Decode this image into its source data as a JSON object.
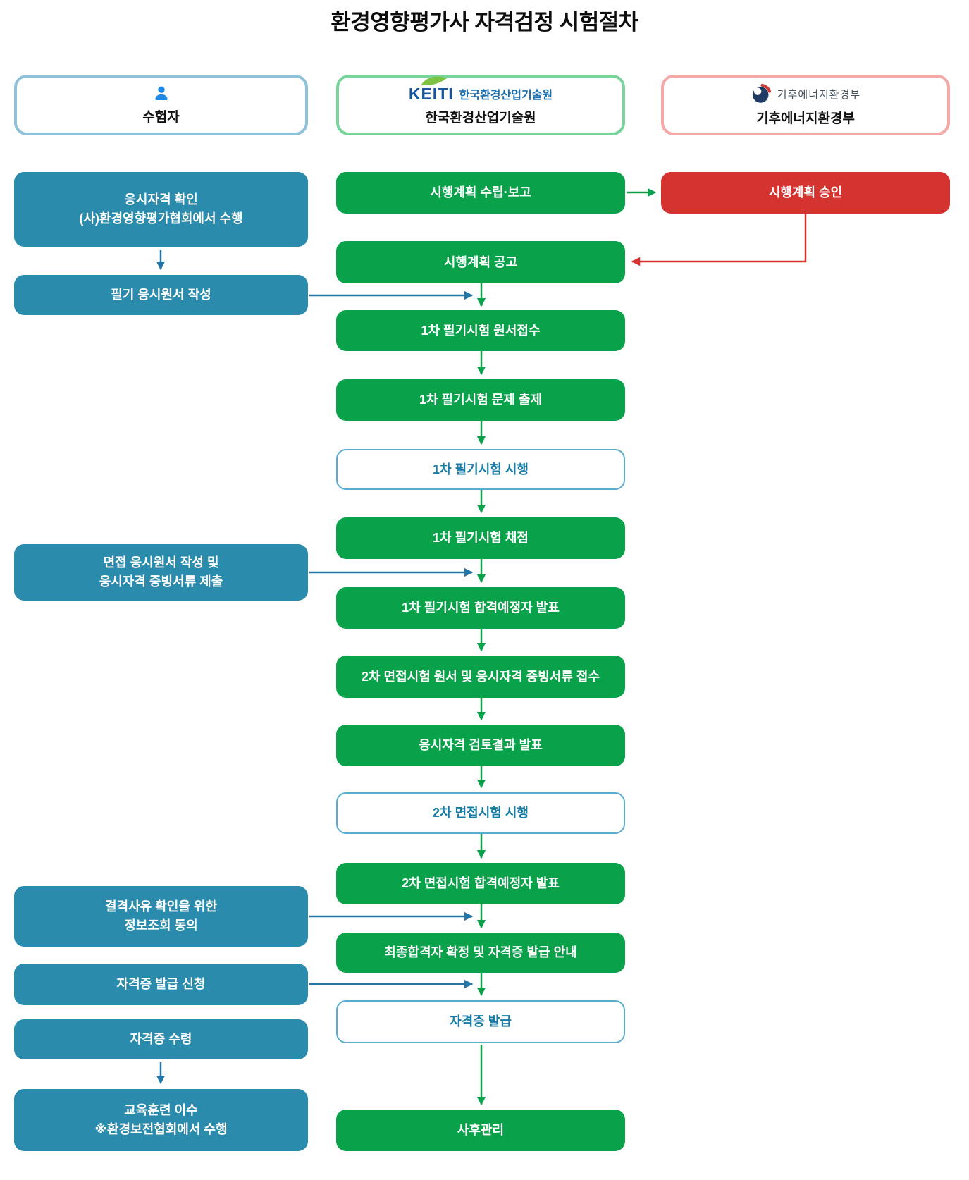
{
  "title": "환경영향평가사 자격검정 시험절차",
  "lanes": {
    "examinee": {
      "header": "수험자"
    },
    "keiti": {
      "logo_brand": "KEITI",
      "logo_name": "한국환경산업기술원",
      "header": "한국환경산업기술원"
    },
    "ministry": {
      "logo_name": "기후에너지환경부",
      "header": "기후에너지환경부"
    }
  },
  "steps": {
    "examinee": [
      {
        "label": "응시자격 확인\n(사)환경영향평가협회에서 수행"
      },
      {
        "label": "필기 응시원서 작성"
      },
      {
        "label": "면접 응시원서 작성 및\n응시자격 증빙서류 제출"
      },
      {
        "label": "결격사유 확인을 위한\n정보조회 동의"
      },
      {
        "label": "자격증 발급 신청"
      },
      {
        "label": "자격증 수령"
      },
      {
        "label": "교육훈련 이수\n※환경보전협회에서 수행"
      }
    ],
    "keiti": [
      {
        "label": "시행계획 수립·보고"
      },
      {
        "label": "시행계획 공고"
      },
      {
        "label": "1차 필기시험 원서접수"
      },
      {
        "label": "1차 필기시험 문제 출제"
      },
      {
        "label": "1차 필기시험 시행"
      },
      {
        "label": "1차 필기시험 채점"
      },
      {
        "label": "1차 필기시험 합격예정자 발표"
      },
      {
        "label": "2차 면접시험 원서 및 응시자격 증빙서류 접수"
      },
      {
        "label": "응시자격 검토결과 발표"
      },
      {
        "label": "2차 면접시험 시행"
      },
      {
        "label": "2차 면접시험 합격예정자 발표"
      },
      {
        "label": "최종합격자 확정 및 자격증 발급 안내"
      },
      {
        "label": "자격증 발급"
      },
      {
        "label": "사후관리"
      }
    ],
    "ministry": [
      {
        "label": "시행계획 승인"
      }
    ]
  },
  "icons": {
    "examinee_header": "person-icon",
    "keiti_header": "keiti-leaf-icon",
    "ministry_header": "ministry-taegeuk-emblem-icon"
  },
  "colors": {
    "examinee_fill": "#2B8BAC",
    "keiti_fill": "#0AA14B",
    "ministry_fill": "#D4332F",
    "outline_step_border": "#58ACCF",
    "outline_step_text": "#177CA6",
    "examinee_header_border": "#8FC2D9",
    "keiti_header_border": "#77D49B",
    "ministry_header_border": "#F5A9A6",
    "blue_arrow": "#2377A6",
    "green_arrow": "#0AA14B",
    "red_arrow": "#D4332F",
    "person_icon": "#1E88E5",
    "keiti_logo_blue": "#1A56A0",
    "keiti_leaf_green": "#7DC242"
  }
}
